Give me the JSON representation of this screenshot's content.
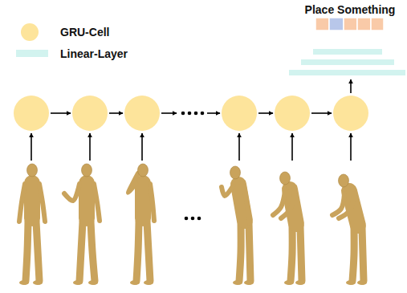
{
  "diagram": {
    "labels": [
      "Place Something"
    ],
    "legend": [
      {
        "text": "GRU-Cell",
        "color": "#fde49b"
      },
      {
        "text": "Linear-Layer",
        "color": "#d2f3ef"
      }
    ]
  }
}
